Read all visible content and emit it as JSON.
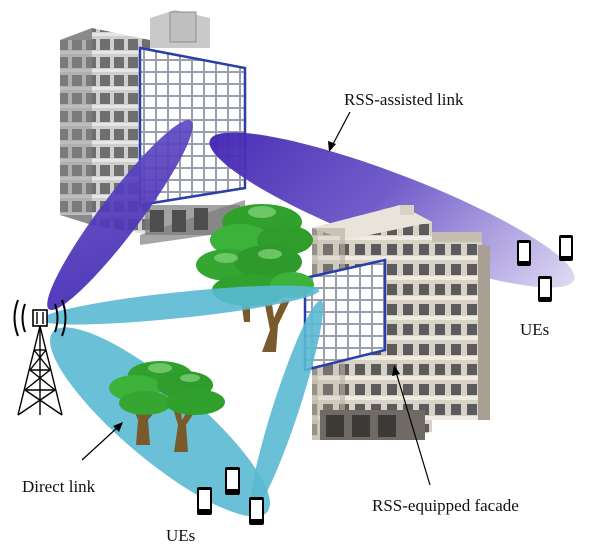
{
  "labels": {
    "rss_assisted_link": "RSS-assisted link",
    "ues_right": "UEs",
    "direct_link": "Direct link",
    "ues_bottom": "UEs",
    "rss_facade": "RSS-equipped facade"
  },
  "colors": {
    "assisted_beam_dark": "#3d1fb0",
    "assisted_beam_light": "#d9d2f2",
    "direct_beam": "#5ab9d3",
    "rss_border": "#2a3fa8",
    "tree_leaf": "#31a12e",
    "tree_trunk": "#7a5a2a",
    "building": "#bdbdbd"
  },
  "icons": [
    "base-station-tower-icon",
    "smartphone-icon",
    "tree-icon",
    "building-icon"
  ]
}
